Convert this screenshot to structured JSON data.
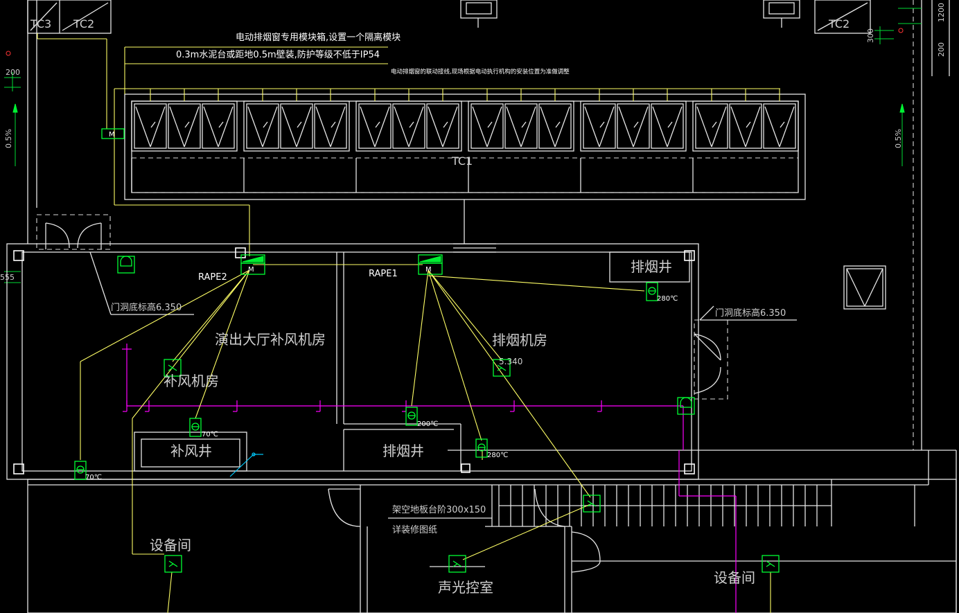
{
  "notes": {
    "note1_line1": "电动排烟窗专用模块箱,设置一个隔离模块",
    "note1_line2": "0.3m水泥台或距地0.5m壁装,防护等级不低于IP54",
    "note2": "电动排烟窗的联动接线,现场根据电动执行机构的安装位置为准做调整"
  },
  "rooms": {
    "hall_supply": "演出大厅补风机房",
    "supply_room": "补风机房",
    "supply_shaft": "补风井",
    "exhaust_room": "排烟机房",
    "exhaust_shaft_top": "排烟井",
    "exhaust_shaft_bottom": "排烟井",
    "equipment_left": "设备间",
    "equipment_right": "设备间",
    "sound_light": "声光控室"
  },
  "labels": {
    "rape2": "RAPE2",
    "rape1": "RAPE1",
    "tc1": "TC1",
    "tc2_left": "TC2",
    "tc3": "TC3",
    "tc2_right": "TC2",
    "door_left": "门洞底标高6.350",
    "door_right": "门洞底标高6.350",
    "raised_floor": "架空地板台阶300x150",
    "see_decor": "详装修图纸",
    "elev_5340": "5.340",
    "module": "M"
  },
  "dampers": {
    "d280_top": "280℃",
    "d200_mid": "200℃",
    "d280_low": "280℃",
    "d70_a": "70℃",
    "d70_b": "70℃"
  },
  "dimensions": {
    "dim_200_left": "200",
    "slope_left": "0.5%",
    "slope_right": "0.5%",
    "dim_300": "300",
    "dim_200_right": "200",
    "dim_1200": "1200",
    "dim_555": "555"
  }
}
